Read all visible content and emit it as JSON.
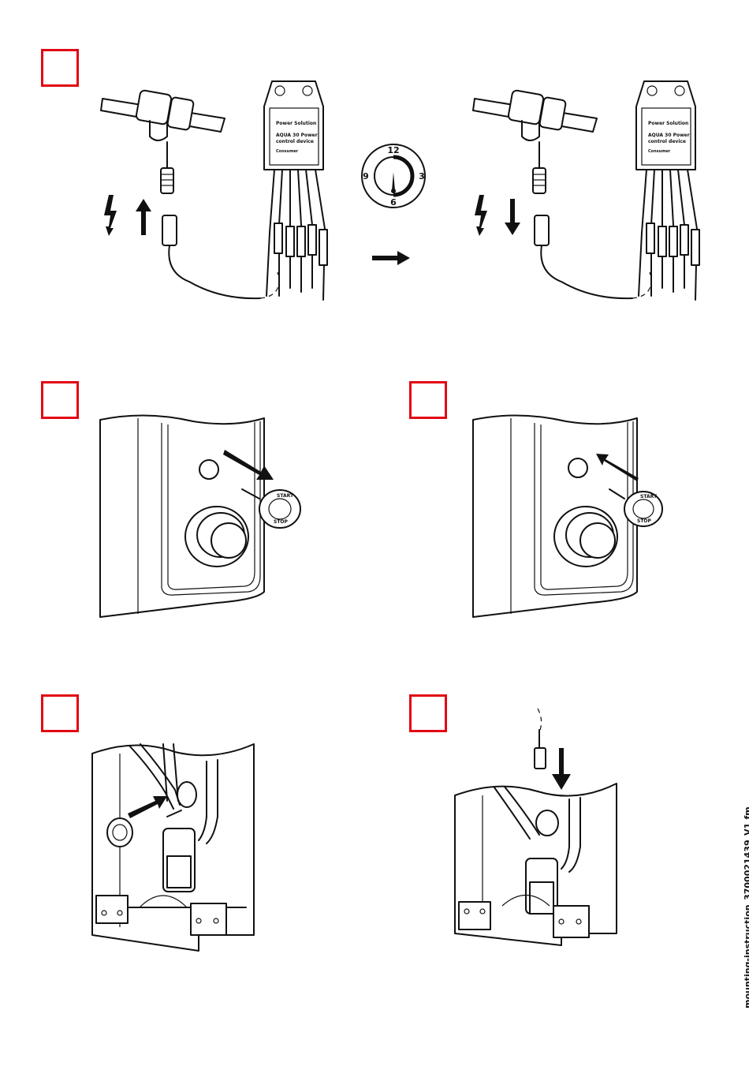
{
  "steps": [
    {
      "id": "step-1",
      "box_color": "#e30613"
    },
    {
      "id": "step-2",
      "box_color": "#e30613"
    },
    {
      "id": "step-3",
      "box_color": "#e30613"
    },
    {
      "id": "step-4",
      "box_color": "#e30613"
    },
    {
      "id": "step-5",
      "box_color": "#e30613"
    }
  ],
  "clock": {
    "labels": [
      "12",
      "3",
      "6",
      "9"
    ]
  },
  "button_plate": {
    "start": "START",
    "stop": "STOP"
  },
  "control_box_text": [
    "Power Solution",
    "AQUA 30 Power",
    "control device",
    "Consumer"
  ],
  "icons": [
    "lightning-icon",
    "arrow-up-icon",
    "arrow-down-icon",
    "arrow-right-icon",
    "clock-icon"
  ],
  "footer": {
    "filename": "mounting-instruction_3700021439_V1.fm"
  }
}
